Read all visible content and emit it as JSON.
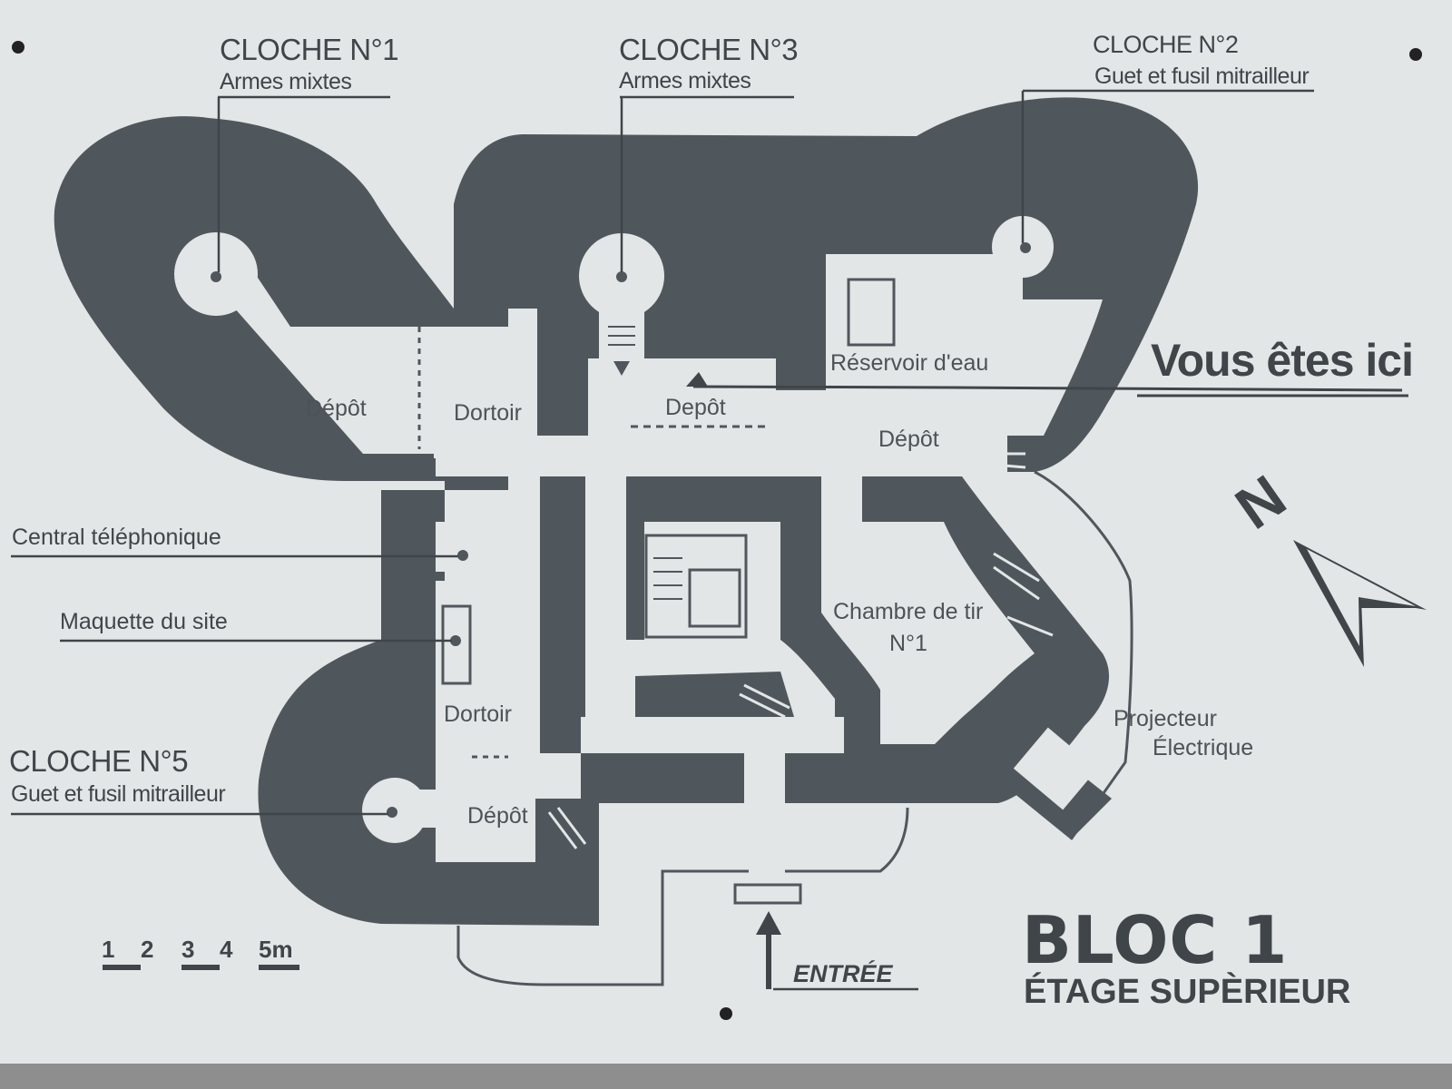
{
  "plaque": {
    "title": "BLOC 1",
    "subtitle": "ÉTAGE SUPÈRIEUR",
    "you_are_here": "Vous êtes ici",
    "entrance": "ENTRÉE",
    "north": "N",
    "scale": [
      "1",
      "2",
      "3",
      "4",
      "5m"
    ]
  },
  "cloches": [
    {
      "name": "CLOCHE N°1",
      "role": "Armes mixtes"
    },
    {
      "name": "CLOCHE N°3",
      "role": "Armes mixtes"
    },
    {
      "name": "CLOCHE N°2",
      "role": "Guet et fusil mitrailleur"
    },
    {
      "name": "CLOCHE N°5",
      "role": "Guet et fusil mitrailleur"
    }
  ],
  "callouts": {
    "central": "Central téléphonique",
    "maquette": "Maquette du site",
    "projecteur_1": "Projecteur",
    "projecteur_2": "Électrique"
  },
  "rooms": {
    "depot_west": "Dépôt",
    "dortoir_north": "Dortoir",
    "depot_center": "Depôt",
    "reservoir": "Réservoir d'eau",
    "depot_east": "Dépôt",
    "chambre_1": "Chambre de tir",
    "chambre_2": "N°1",
    "dortoir_south": "Dortoir",
    "depot_south": "Dépôt"
  },
  "colors": {
    "plaque": "#e3e6e7",
    "mass": "#50575c",
    "ink": "#3f4549",
    "wall": "#8e8e8e"
  }
}
